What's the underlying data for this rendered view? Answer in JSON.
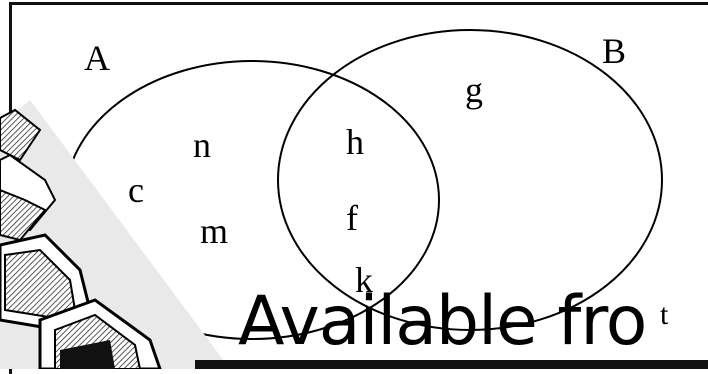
{
  "diagram": {
    "sets": [
      {
        "label": "A"
      },
      {
        "label": "B"
      }
    ],
    "only_a": [
      "c",
      "n",
      "m"
    ],
    "intersection": [
      "h",
      "f",
      "k"
    ],
    "only_b": [
      "g"
    ]
  },
  "watermark": {
    "text": "Available fro"
  },
  "partial_glyph": "t",
  "colors": {
    "ink": "#000000",
    "background": "#ffffff",
    "frame": "#111111"
  }
}
